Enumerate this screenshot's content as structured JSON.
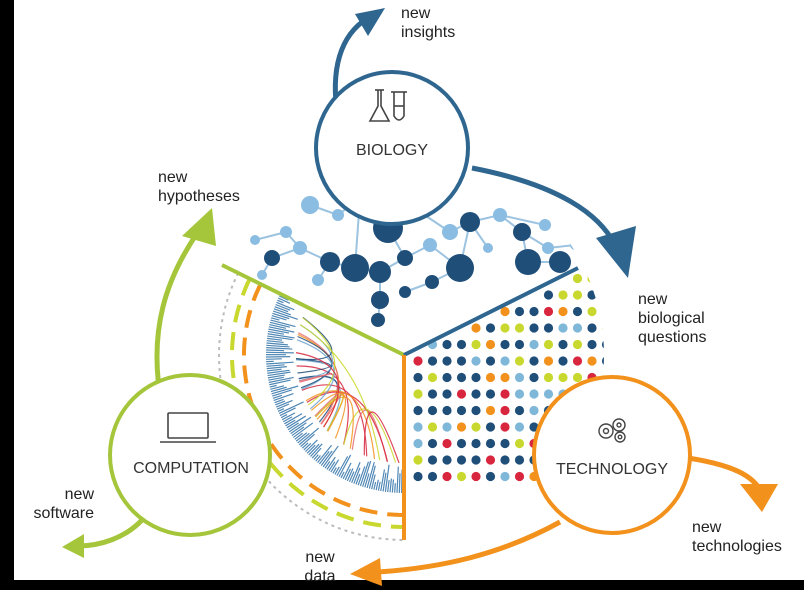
{
  "nodes": {
    "biology": {
      "label": "BIOLOGY",
      "icon": "test-tubes-icon"
    },
    "computation": {
      "label": "COMPUTATION",
      "icon": "laptop-icon"
    },
    "technology": {
      "label": "TECHNOLOGY",
      "icon": "gears-icon"
    }
  },
  "outputs": {
    "insights": "new\ninsights",
    "hypotheses": "new\nhypotheses",
    "questions": "new\nbiological\nquestions",
    "software": "new\nsoftware",
    "technologies": "new\ntechnologies",
    "data": "new\ndata"
  },
  "colors": {
    "biology": "#2f6690",
    "computation": "#a5c63b",
    "technology": "#f2911b",
    "network_dark": "#1f4e79",
    "network_light": "#8bbde2",
    "accent_red": "#d7263d",
    "accent_yellow": "#c9d82e"
  }
}
